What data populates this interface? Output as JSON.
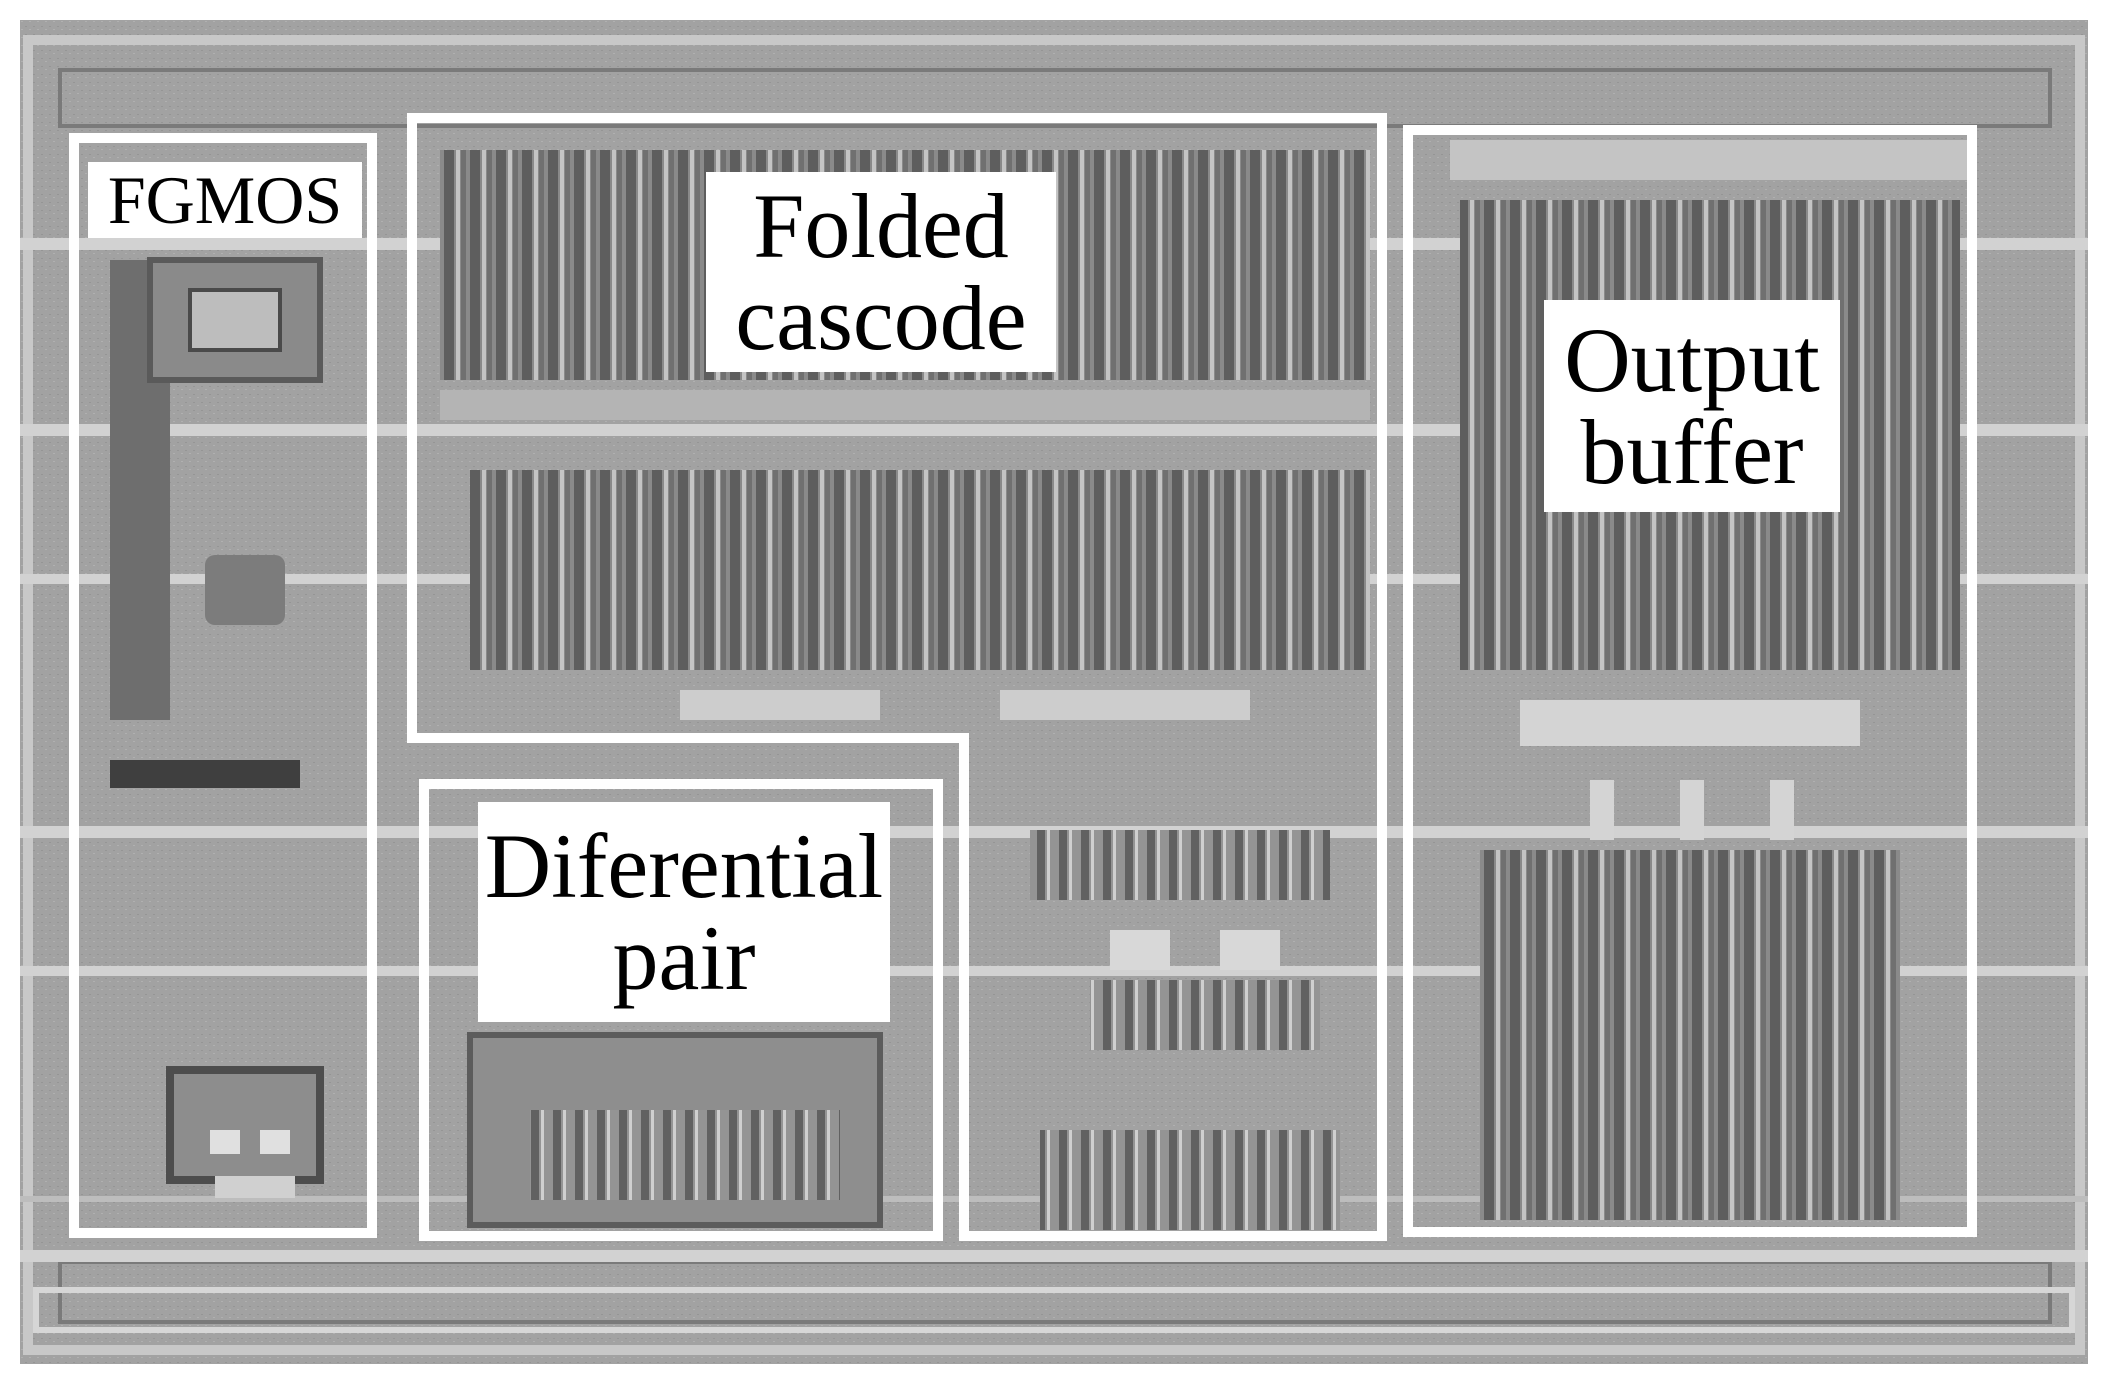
{
  "figure": {
    "kind": "chip layout micrograph (grayscale)",
    "background_color": "#9a9a9a",
    "highlight_box_color": "#ffffff",
    "blocks": [
      {
        "id": "fgmos",
        "lines": [
          "FGMOS"
        ]
      },
      {
        "id": "folded",
        "lines": [
          "Folded",
          "cascode"
        ]
      },
      {
        "id": "diff",
        "lines": [
          "Diferential",
          "pair"
        ]
      },
      {
        "id": "output",
        "lines": [
          "Output",
          "buffer"
        ]
      }
    ]
  }
}
